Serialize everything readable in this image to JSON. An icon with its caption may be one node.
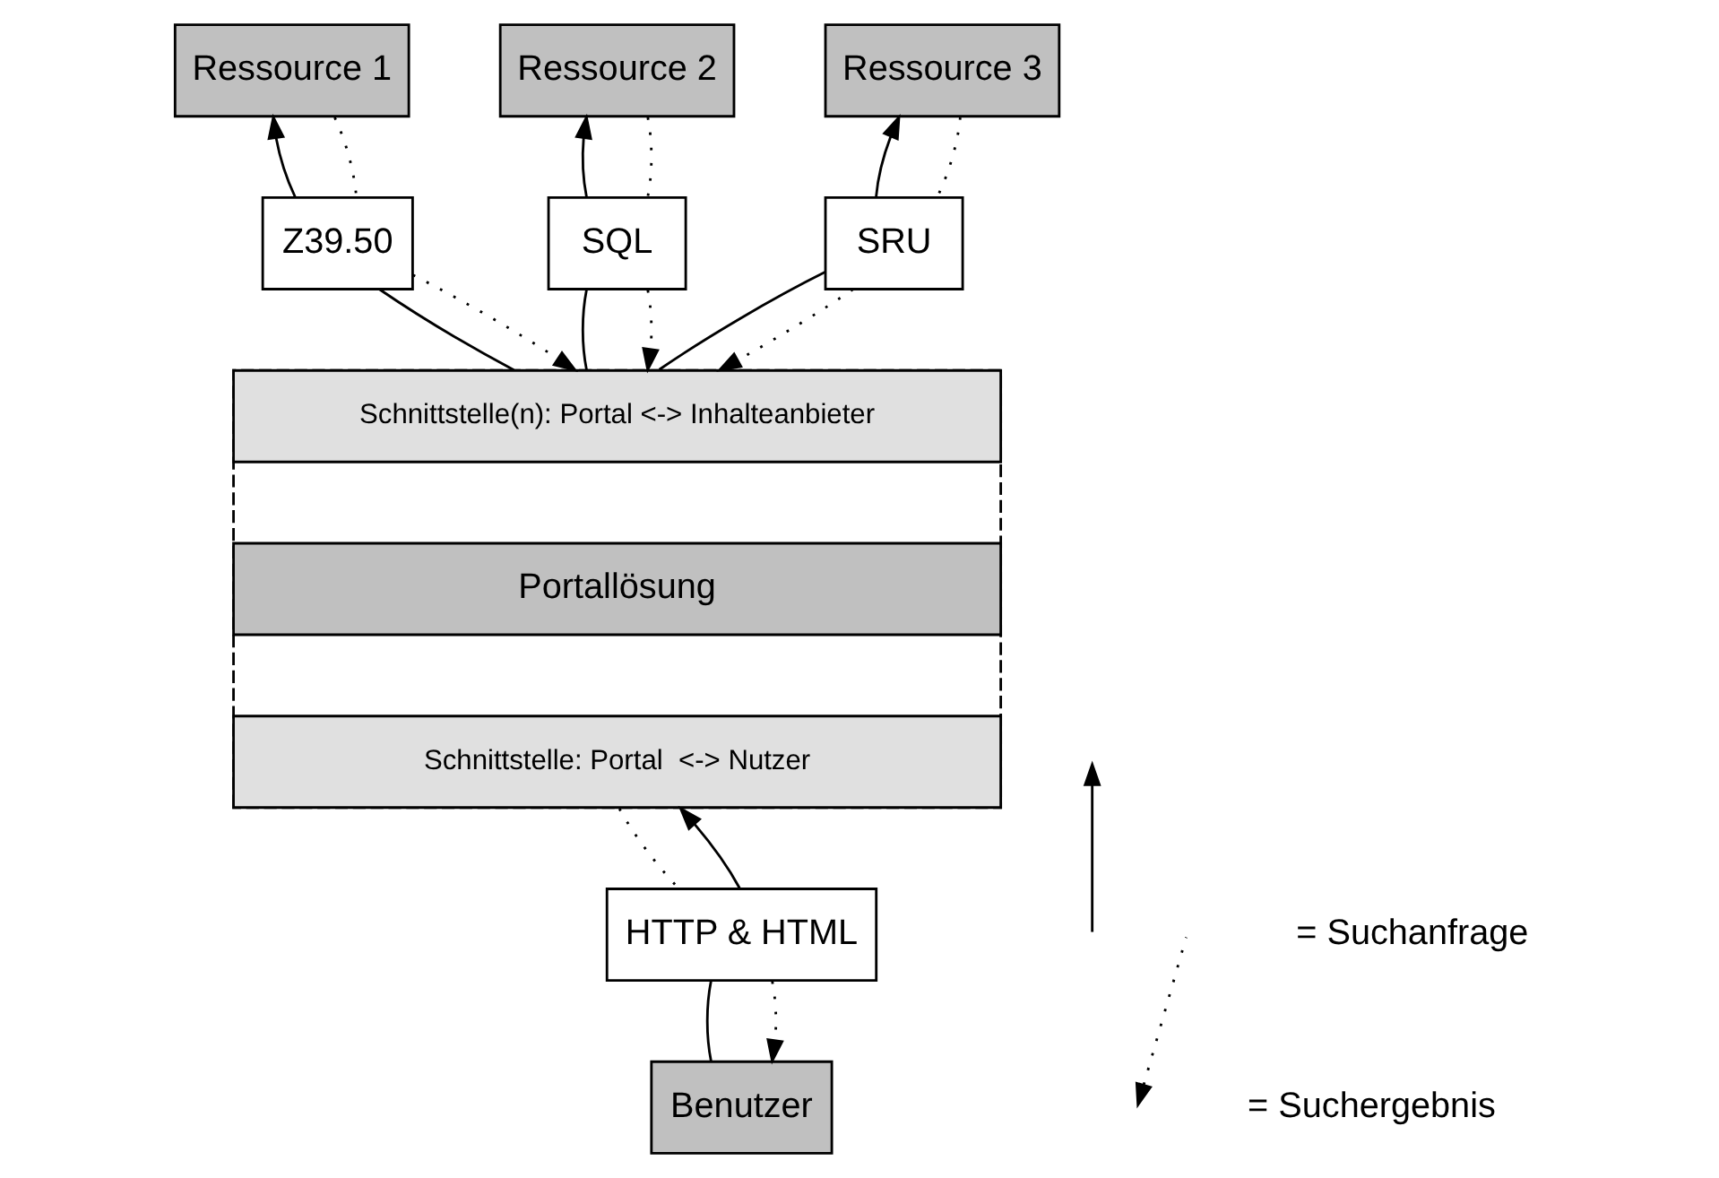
{
  "diagram": {
    "nodes": [
      {
        "text": [
          "Ressource 1"
        ]
      },
      {
        "text": [
          "Ressource 2"
        ]
      },
      {
        "text": [
          "Ressource 3"
        ]
      },
      {
        "text": [
          "Z39.50"
        ]
      },
      {
        "text": [
          "SQL"
        ]
      },
      {
        "text": [
          "SRU"
        ]
      },
      {
        "text": [],
        "shape": "box"
      },
      {
        "text": [
          "Schnittstelle(n): Portal <-> Inhalteanbieter"
        ],
        "in": 6
      },
      {
        "text": [
          "Portallösung"
        ],
        "in": 6
      },
      {
        "text": [
          "Schnittstelle: Portal  <-> Nutzer"
        ],
        "in": 6
      },
      {
        "text": [
          "HTTP & HTML"
        ]
      },
      {
        "text": [
          "Benutzer"
        ]
      }
    ],
    "edges": [
      {
        "from": 7,
        "to": 3,
        "arrow": "none"
      },
      {
        "from": 3,
        "to": 0,
        "arrow": "to"
      },
      {
        "from": 0,
        "to": 3,
        "arrow": "none",
        "style": "dashed"
      },
      {
        "from": 3,
        "to": 7,
        "arrow": "to",
        "style": "dashed"
      },
      {
        "from": 7,
        "to": 4,
        "arrow": "none"
      },
      {
        "from": 4,
        "to": 1,
        "arrow": "to"
      },
      {
        "from": 1,
        "to": 4,
        "arrow": "none",
        "style": "dashed"
      },
      {
        "from": 4,
        "to": 7,
        "arrow": "to",
        "style": "dashed"
      },
      {
        "from": 7,
        "to": 5,
        "arrow": "none"
      },
      {
        "from": 5,
        "to": 2,
        "arrow": "to"
      },
      {
        "from": 2,
        "to": 5,
        "arrow": "none",
        "style": "dashed"
      },
      {
        "from": 5,
        "to": 7,
        "arrow": "to",
        "style": "dashed"
      },
      {
        "from": 11,
        "to": 10,
        "arrow": "none"
      },
      {
        "from": 10,
        "to": 9,
        "arrow": "to"
      },
      {
        "from": 9,
        "to": 10,
        "arrow": "none",
        "style": "dashed"
      },
      {
        "from": 10,
        "to": 11,
        "arrow": "to",
        "style": "dashed"
      }
    ],
    "legend": [
      {
        "text": "= Suchanfrage"
      },
      {
        "text": "= Suchergebnis"
      }
    ]
  }
}
